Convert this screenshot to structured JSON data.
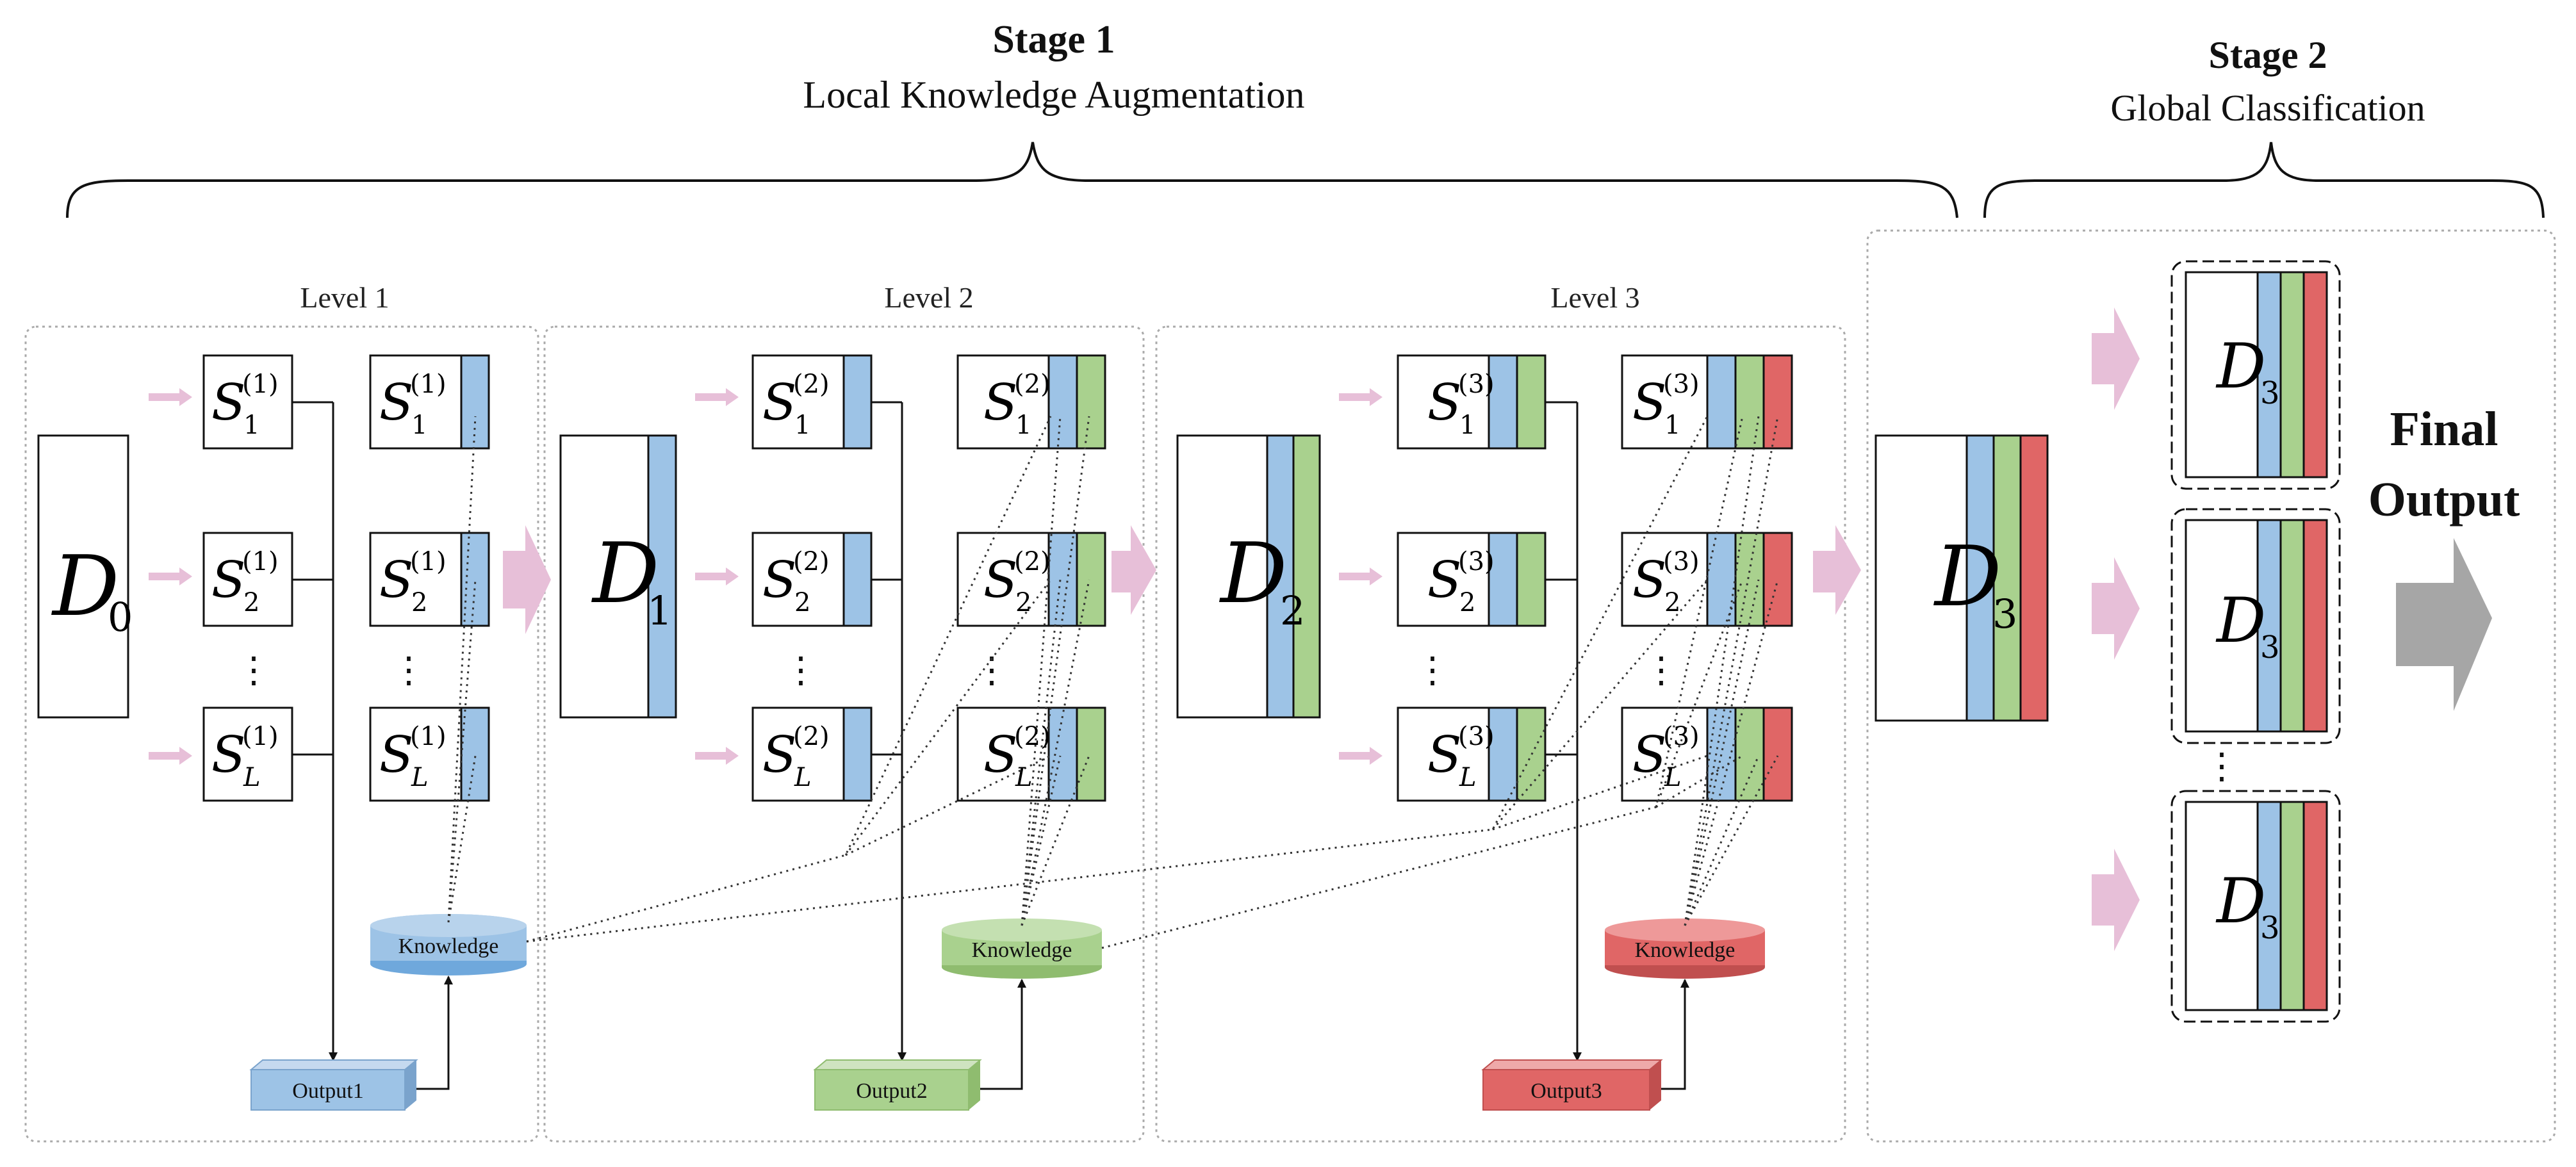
{
  "stage1": {
    "title": "Stage 1",
    "subtitle": "Local Knowledge Augmentation"
  },
  "stage2": {
    "title": "Stage 2",
    "subtitle": "Global Classification"
  },
  "levels": [
    {
      "label": "Level 1",
      "data": "D",
      "data_sub": "0",
      "knowledge": "Knowledge",
      "output": "Output1",
      "color": "#9dc3e6",
      "sup": "(1)"
    },
    {
      "label": "Level 2",
      "data": "D",
      "data_sub": "1",
      "knowledge": "Knowledge",
      "output": "Output2",
      "color": "#a9d18e",
      "sup": "(2)"
    },
    {
      "label": "Level 3",
      "data": "D",
      "data_sub": "2",
      "knowledge": "Knowledge",
      "output": "Output3",
      "color": "#e06666",
      "sup": "(3)"
    }
  ],
  "subset": {
    "letter": "S",
    "idx1": "1",
    "idx2": "2",
    "idxL": "L",
    "ellipsis": "⋮"
  },
  "final_data": {
    "letter": "D",
    "sub": "3"
  },
  "final_output": {
    "line1": "Final",
    "line2": "Output"
  },
  "colors": {
    "blue": "#9dc3e6",
    "green": "#a9d18e",
    "red": "#e06666",
    "pink_arrow": "#e7bfd8",
    "gray_arrow": "#a6a6a6"
  }
}
